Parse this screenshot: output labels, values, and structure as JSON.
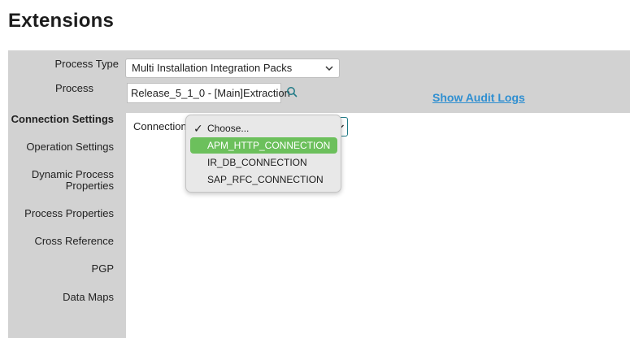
{
  "page": {
    "title": "Extensions"
  },
  "form": {
    "process_type_label": "Process Type",
    "process_type_value": "Multi Installation Integration Packs",
    "process_label": "Process",
    "process_value": "Release_5_1_0 - [Main]Extraction",
    "audit_link": "Show Audit Logs"
  },
  "sidebar": {
    "items": [
      {
        "label": "Connection Settings",
        "active": true
      },
      {
        "label": "Operation Settings"
      },
      {
        "label": "Dynamic Process Properties"
      },
      {
        "label": "Process Properties"
      },
      {
        "label": "Cross Reference"
      },
      {
        "label": "PGP"
      },
      {
        "label": "Data Maps"
      }
    ]
  },
  "connection": {
    "label": "Connection",
    "options": [
      {
        "label": "Choose...",
        "checked": true
      },
      {
        "label": "APM_HTTP_CONNECTION",
        "highlighted": true
      },
      {
        "label": "IR_DB_CONNECTION"
      },
      {
        "label": "SAP_RFC_CONNECTION"
      }
    ]
  },
  "colors": {
    "panel": "#d2d2d2",
    "link": "#2f8fd1",
    "highlight": "#6cc05c",
    "focus": "#1f7a86"
  }
}
